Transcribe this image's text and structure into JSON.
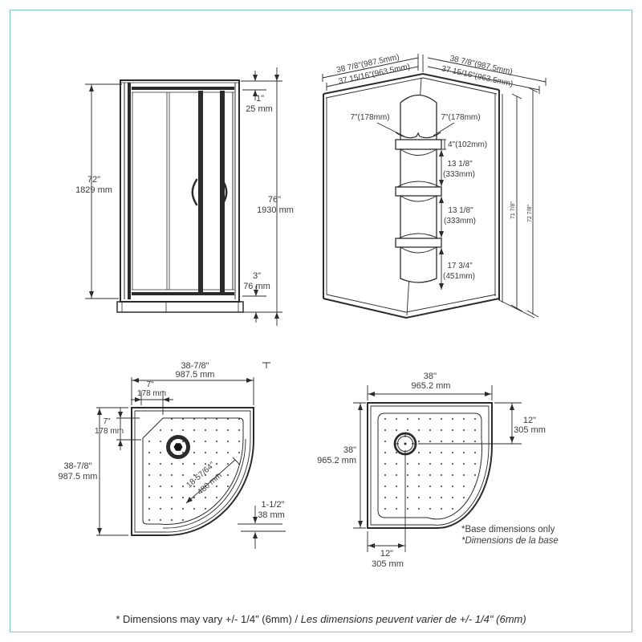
{
  "page": {
    "background": "#ffffff",
    "border_color": "#7cc6c8"
  },
  "door_view": {
    "height_in": "72\"",
    "height_mm": "1829 mm",
    "top_gap_in": "1\"",
    "top_gap_mm": "25 mm",
    "total_height_in": "76\"",
    "total_height_mm": "1930 mm",
    "base_height_in": "3\"",
    "base_height_mm": "76 mm"
  },
  "wall_view": {
    "top_left_outer": "38 7/8\"(987.5mm)",
    "top_left_inner": "37 15/16\"(963.5mm)",
    "top_right_outer": "38 7/8\"(987.5mm)",
    "top_right_inner": "37 15/16\"(963.5mm)",
    "shelf_left": "7\"(178mm)",
    "shelf_right": "7\"(178mm)",
    "shelf_depth": "4\"(102mm)",
    "shelf_gap_1_in": "13 1/8\"",
    "shelf_gap_1_mm": "(333mm)",
    "shelf_gap_2_in": "13 1/8\"",
    "shelf_gap_2_mm": "(333mm)",
    "bottom_gap_in": "17 3/4\"",
    "bottom_gap_mm": "(451mm)",
    "wall_height_inner": "71 7/8\"",
    "wall_height_outer": "72 7/8\""
  },
  "round_base_view": {
    "width_in": "38-7/8\"",
    "width_mm": "987.5 mm",
    "corner_top_in": "7\"",
    "corner_top_mm": "178 mm",
    "corner_side_in": "7\"",
    "corner_side_mm": "178 mm",
    "depth_in": "38-7/8\"",
    "depth_mm": "987.5 mm",
    "radius_in": "18-57/64''",
    "radius_mm": "480 mm",
    "lip_in": "1-1/2\"",
    "lip_mm": "38 mm"
  },
  "square_base_view": {
    "width_in": "38''",
    "width_mm": "965.2 mm",
    "depth_in": "38\"",
    "depth_mm": "965.2 mm",
    "drain_right_in": "12\"",
    "drain_right_mm": "305 mm",
    "drain_bottom_in": "12\"",
    "drain_bottom_mm": "305 mm",
    "note_en": "*Base dimensions only",
    "note_fr": "*Dimensions de la base"
  },
  "footer": {
    "note_en": "* Dimensions may vary +/- 1/4\" (6mm) / ",
    "note_fr": "Les dimensions peuvent varier de +/- 1/4\" (6mm)"
  }
}
